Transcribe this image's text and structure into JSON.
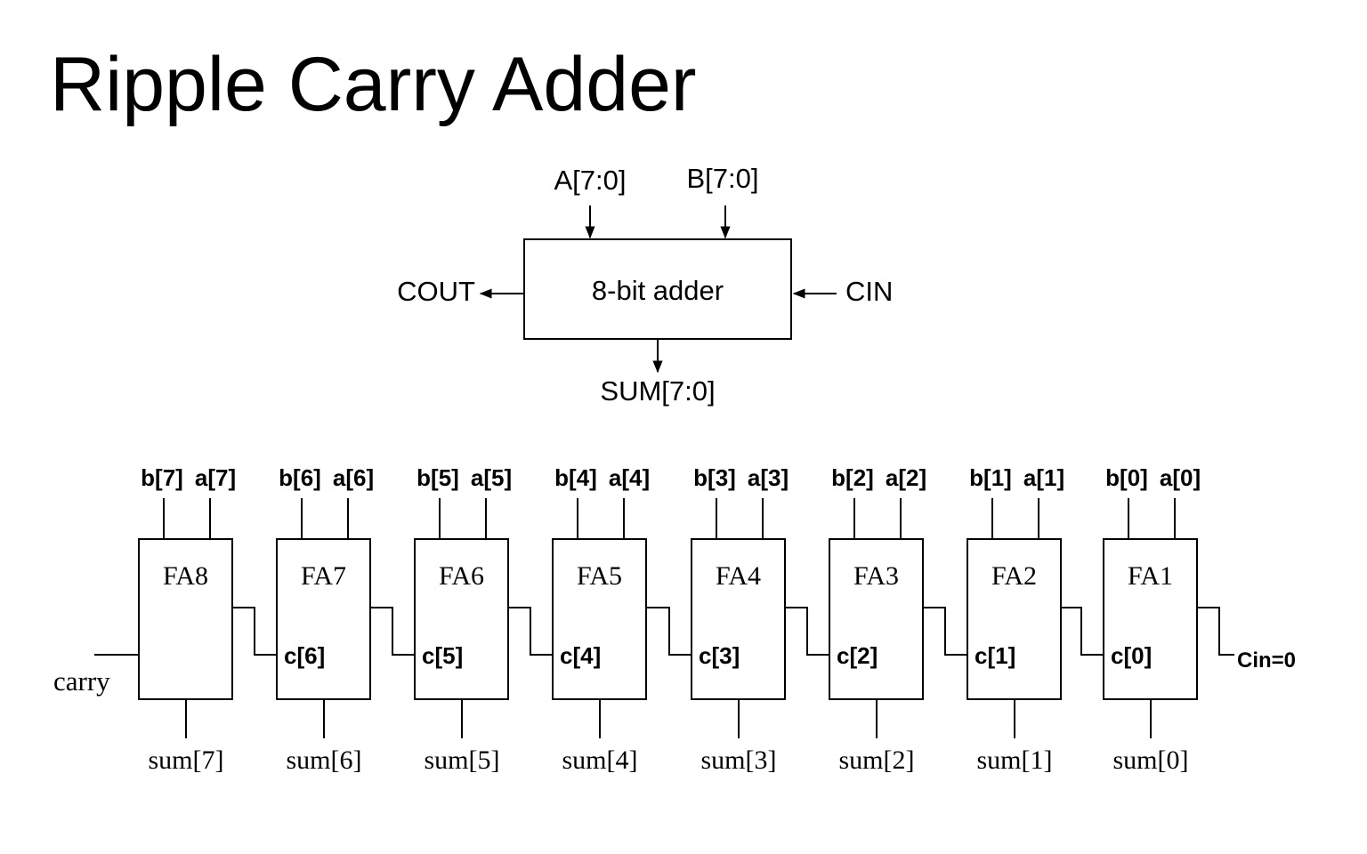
{
  "title": "Ripple Carry Adder",
  "block": {
    "label": "8-bit adder",
    "input_a": "A[7:0]",
    "input_b": "B[7:0]",
    "carry_out": "COUT",
    "carry_in": "CIN",
    "sum": "SUM[7:0]"
  },
  "chain": {
    "carry_out_label": "carry",
    "carry_in_label": "Cin=0",
    "stages": [
      {
        "name": "FA8",
        "b": "b[7]",
        "a": "a[7]",
        "sum": "sum[7]",
        "cin": ""
      },
      {
        "name": "FA7",
        "b": "b[6]",
        "a": "a[6]",
        "sum": "sum[6]",
        "cin": "c[6]"
      },
      {
        "name": "FA6",
        "b": "b[5]",
        "a": "a[5]",
        "sum": "sum[5]",
        "cin": "c[5]"
      },
      {
        "name": "FA5",
        "b": "b[4]",
        "a": "a[4]",
        "sum": "sum[4]",
        "cin": "c[4]"
      },
      {
        "name": "FA4",
        "b": "b[3]",
        "a": "a[3]",
        "sum": "sum[3]",
        "cin": "c[3]"
      },
      {
        "name": "FA3",
        "b": "b[2]",
        "a": "a[2]",
        "sum": "sum[2]",
        "cin": "c[2]"
      },
      {
        "name": "FA2",
        "b": "b[1]",
        "a": "a[1]",
        "sum": "sum[1]",
        "cin": "c[1]"
      },
      {
        "name": "FA1",
        "b": "b[0]",
        "a": "a[0]",
        "sum": "sum[0]",
        "cin": "c[0]"
      }
    ]
  }
}
